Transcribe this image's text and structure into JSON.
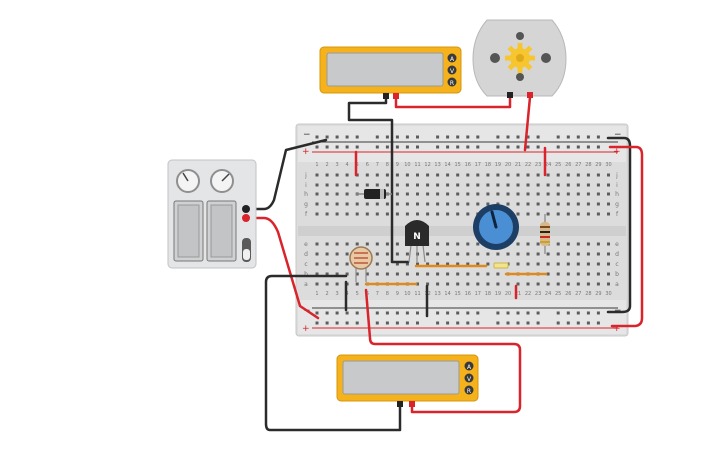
{
  "breadboard": {
    "row_labels_top": [
      "j",
      "i",
      "h",
      "g",
      "f"
    ],
    "row_labels_bottom": [
      "e",
      "d",
      "c",
      "b",
      "a"
    ],
    "columns": [
      "1",
      "2",
      "3",
      "4",
      "5",
      "6",
      "7",
      "8",
      "9",
      "10",
      "11",
      "12",
      "13",
      "14",
      "15",
      "16",
      "17",
      "18",
      "19",
      "20",
      "21",
      "22",
      "23",
      "24",
      "25",
      "26",
      "27",
      "28",
      "29",
      "30"
    ],
    "rail_minus": "−",
    "rail_plus": "+"
  },
  "multimeters": [
    {
      "modes": [
        "A",
        "V",
        "R"
      ]
    },
    {
      "modes": [
        "A",
        "V",
        "R"
      ]
    }
  ],
  "transistor": {
    "label": "N"
  },
  "colors": {
    "board": "#dedede",
    "wire_red": "#d9242b",
    "wire_black": "#2b2b2b",
    "wire_orange": "#e08a1e",
    "meter_body": "#f5b21b",
    "meter_screen": "#c7c9cb",
    "motor_body": "#d5d5d5",
    "motor_gear": "#f7c62f",
    "power_supply": "#e4e5e6",
    "pot_blue": "#4a8fd4"
  }
}
